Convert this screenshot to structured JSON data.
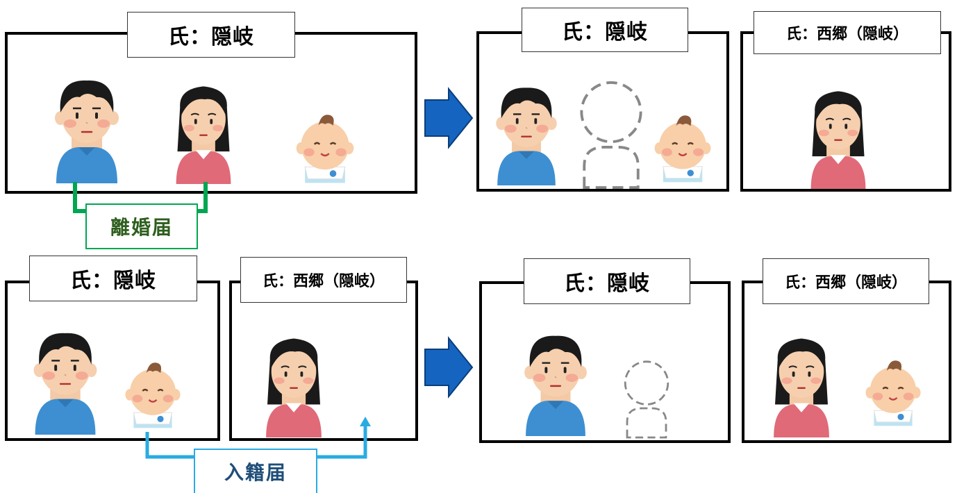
{
  "panels": {
    "top_left": {
      "label": "氏：隠岐"
    },
    "top_mid": {
      "label": "氏：隠岐"
    },
    "top_right": {
      "label": "氏：西郷（隠岐）"
    },
    "bottom_left": {
      "label": "氏：隠岐"
    },
    "bottom_left2": {
      "label": "氏：西郷（隠岐）"
    },
    "bottom_mid": {
      "label": "氏：隠岐"
    },
    "bottom_right": {
      "label": "氏：西郷（隠岐）"
    }
  },
  "documents": {
    "divorce": {
      "label": "離婚届",
      "color": "#00a651",
      "text_color": "#2e5e1e"
    },
    "entry": {
      "label": "入籍届",
      "color": "#29abe2",
      "text_color": "#1f4e79"
    }
  },
  "colors": {
    "arrow": "#1565c0",
    "placeholder": "#888888"
  }
}
